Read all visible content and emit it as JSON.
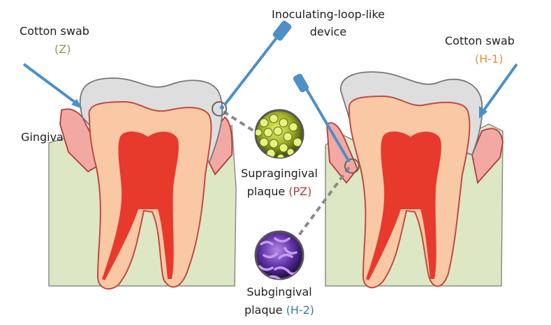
{
  "colors": {
    "gum": "#dde7c4",
    "gum_stroke": "#8c8c8c",
    "gingiva": "#f2a9a3",
    "gingiva_stroke": "#b23b3b",
    "enamel": "#dedede",
    "dentin": "#f9c8a4",
    "pulp": "#e8392d",
    "arrow": "#4d8fc6",
    "dash": "#8a8a8a",
    "label_z": "#8c9a4e",
    "label_h1": "#e58e3e",
    "label_pz": "#b03c3c",
    "label_h2": "#3d79b4"
  },
  "labels": {
    "cotton_swab_left": "Cotton swab",
    "z_code": "(Z)",
    "loop_line1": "Inoculating-loop-like",
    "loop_line2": "device",
    "cotton_swab_right": "Cotton swab",
    "h1_code": "(H-1)",
    "gingiva": "Gingiva",
    "supra_line1": "Supragingival",
    "supra_line2_prefix": "plaque ",
    "pz_code": "(PZ)",
    "sub_line1": "Subgingival",
    "sub_line2_prefix": "plaque ",
    "h2_code": "(H-2)"
  },
  "icons": {
    "supragingival_sample": "green-bacteria-cluster-icon",
    "subgingival_sample": "purple-bacteria-cluster-icon",
    "sampling_point": "sampling-circle-icon"
  }
}
